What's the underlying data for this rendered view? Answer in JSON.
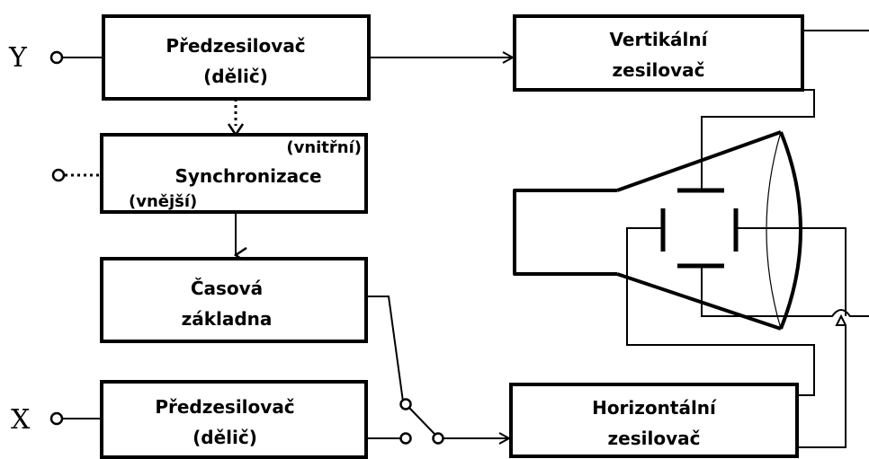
{
  "inputs": {
    "y": "Y",
    "x": "X"
  },
  "blocks": {
    "preamp_y": {
      "line1": "Předzesilovač",
      "line2": "(dělič)"
    },
    "vertical_amp": {
      "line1": "Vertikální",
      "line2": "zesilovač"
    },
    "sync": {
      "title": "Synchronizace",
      "internal": "(vnitřní)",
      "external": "(vnější)"
    },
    "timebase": {
      "line1": "Časová",
      "line2": "základna"
    },
    "preamp_x": {
      "line1": "Předzesilovač",
      "line2": "(dělič)"
    },
    "horizontal_amp": {
      "line1": "Horizontální",
      "line2": "zesilovač"
    }
  }
}
